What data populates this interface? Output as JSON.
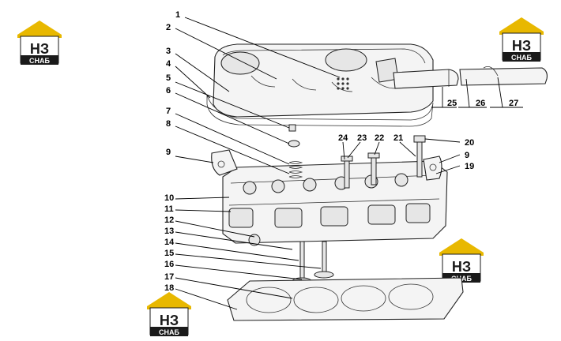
{
  "callouts": [
    "1",
    "2",
    "3",
    "4",
    "5",
    "6",
    "7",
    "8",
    "9",
    "10",
    "11",
    "12",
    "13",
    "14",
    "15",
    "16",
    "17",
    "18",
    "20",
    "9",
    "19",
    "21",
    "22",
    "23",
    "24",
    "25",
    "26",
    "27"
  ],
  "logo": {
    "mark": "НЗ",
    "word": "СНАБ",
    "colors": {
      "roof": "#e8b800",
      "box": "#1a1a1a",
      "text": "#ffffff",
      "accent": "#e8b800"
    }
  }
}
